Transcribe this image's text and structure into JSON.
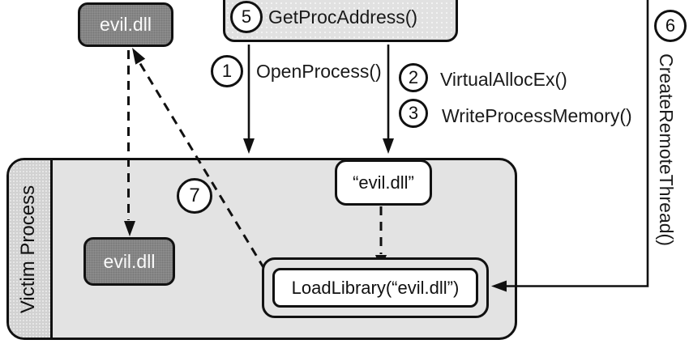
{
  "colors": {
    "dark_box": "#8b8b8b",
    "light_box": "#e1e1e1",
    "victim_body": "#e3e3e3",
    "victim_band": "#d2d2d2",
    "line": "#111111"
  },
  "attacker": {
    "dll_box_label": "evil.dll",
    "api_box": {
      "step": "5",
      "label": "GetProcAddress()"
    }
  },
  "calls": [
    {
      "step": "1",
      "label": "OpenProcess()"
    },
    {
      "step": "2",
      "label": "VirtualAllocEx()"
    },
    {
      "step": "3",
      "label": "WriteProcessMemory()"
    },
    {
      "step": "6",
      "label": "CreateRemoteThread()"
    }
  ],
  "victim": {
    "title": "Victim Process",
    "injected_dll_label": "evil.dll",
    "dll_name_string": "“evil.dll”",
    "loadlibrary_label": "LoadLibrary(“evil.dll”)",
    "step7": "7"
  }
}
